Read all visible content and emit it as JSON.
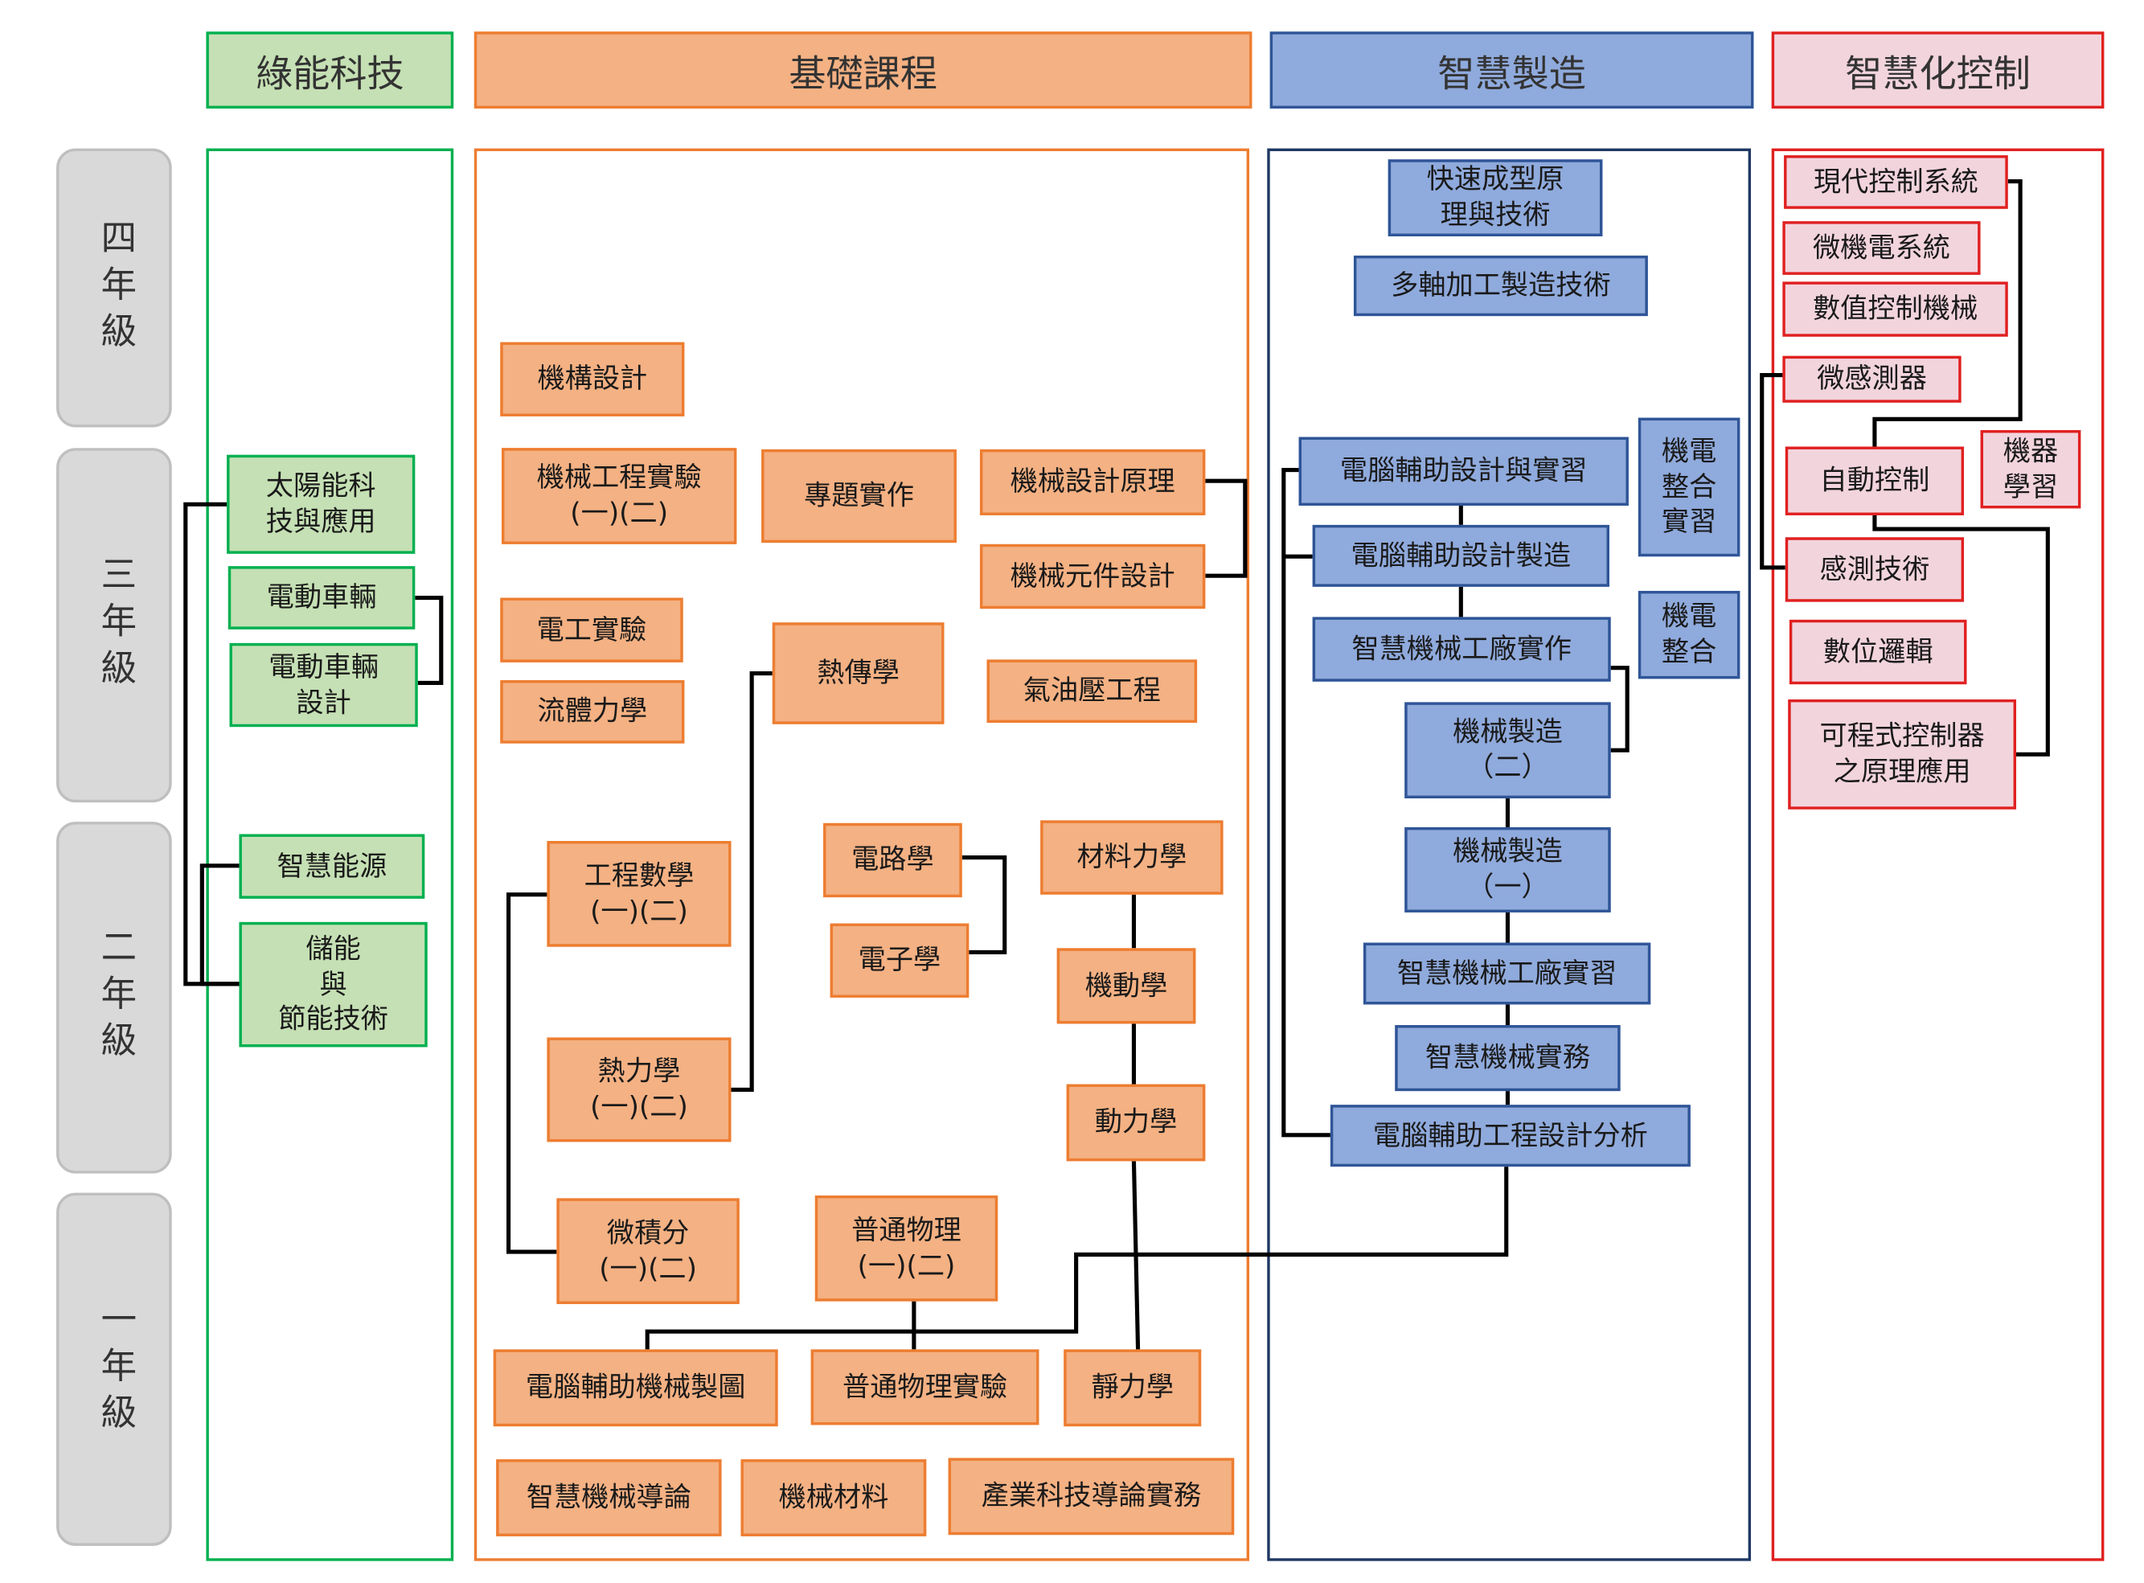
{
  "headers": {
    "green": "綠能科技",
    "basic": "基礎課程",
    "smart_mfg": "智慧製造",
    "smart_ctrl": "智慧化控制"
  },
  "years": {
    "y4": "四年級",
    "y3": "三年級",
    "y2": "二年級",
    "y1": "一年級"
  },
  "colors": {
    "green_fill": "#c5e0b4",
    "green_border": "#00b050",
    "orange_fill": "#f4b183",
    "orange_border": "#ed7d31",
    "blue_fill": "#8faadc",
    "blue_border": "#2f5597",
    "pink_fill": "#f2d4dd",
    "red_border": "#e02020",
    "year_fill": "#d9d9d9",
    "connector": "#000000"
  },
  "green": {
    "solar": "太陽能科\n技與應用",
    "ev": "電動車輛",
    "ev_design": "電動車輛\n設計",
    "smart_energy": "智慧能源",
    "storage": "儲能\n與\n節能技術"
  },
  "basic": {
    "mechanism": "機構設計",
    "mech_lab": "機械工程實驗\n(一)(二)",
    "project": "專題實作",
    "design_principle": "機械設計原理",
    "element_design": "機械元件設計",
    "elec_lab": "電工實驗",
    "fluid": "流體力學",
    "heat_transfer": "熱傳學",
    "hydraulics": "氣油壓工程",
    "circuit": "電路學",
    "materials_mech": "材料力學",
    "eng_math": "工程數學\n(一)(二)",
    "electronics": "電子學",
    "kinematics": "機動學",
    "thermo": "熱力學\n(一)(二)",
    "dynamics": "動力學",
    "calculus": "微積分\n(一)(二)",
    "physics": "普通物理\n(一)(二)",
    "cad_drawing": "電腦輔助機械製圖",
    "physics_lab": "普通物理實驗",
    "statics": "靜力學",
    "intro_smart": "智慧機械導論",
    "mech_materials": "機械材料",
    "industry_intro": "產業科技導論實務"
  },
  "mfg": {
    "rapid_proto": "快速成型原\n理與技術",
    "multi_axis": "多軸加工製造技術",
    "cad_practice": "電腦輔助設計與實習",
    "mechatronics_lab": "機電\n整合\n實習",
    "cad_mfg": "電腦輔助設計製造",
    "smart_factory_impl": "智慧機械工廠實作",
    "mechatronics": "機電\n整合",
    "mfg2": "機械製造\n（二）",
    "mfg1": "機械製造\n（一）",
    "smart_factory_intern": "智慧機械工廠實習",
    "smart_practice": "智慧機械實務",
    "cae": "電腦輔助工程設計分析"
  },
  "ctrl": {
    "modern_ctrl": "現代控制系統",
    "mems": "微機電系統",
    "nc_machine": "數值控制機械",
    "micro_sensor": "微感測器",
    "auto_ctrl": "自動控制",
    "ml": "機器\n學習",
    "sensing": "感測技術",
    "digital_logic": "數位邏輯",
    "plc": "可程式控制器\n之原理應用"
  }
}
